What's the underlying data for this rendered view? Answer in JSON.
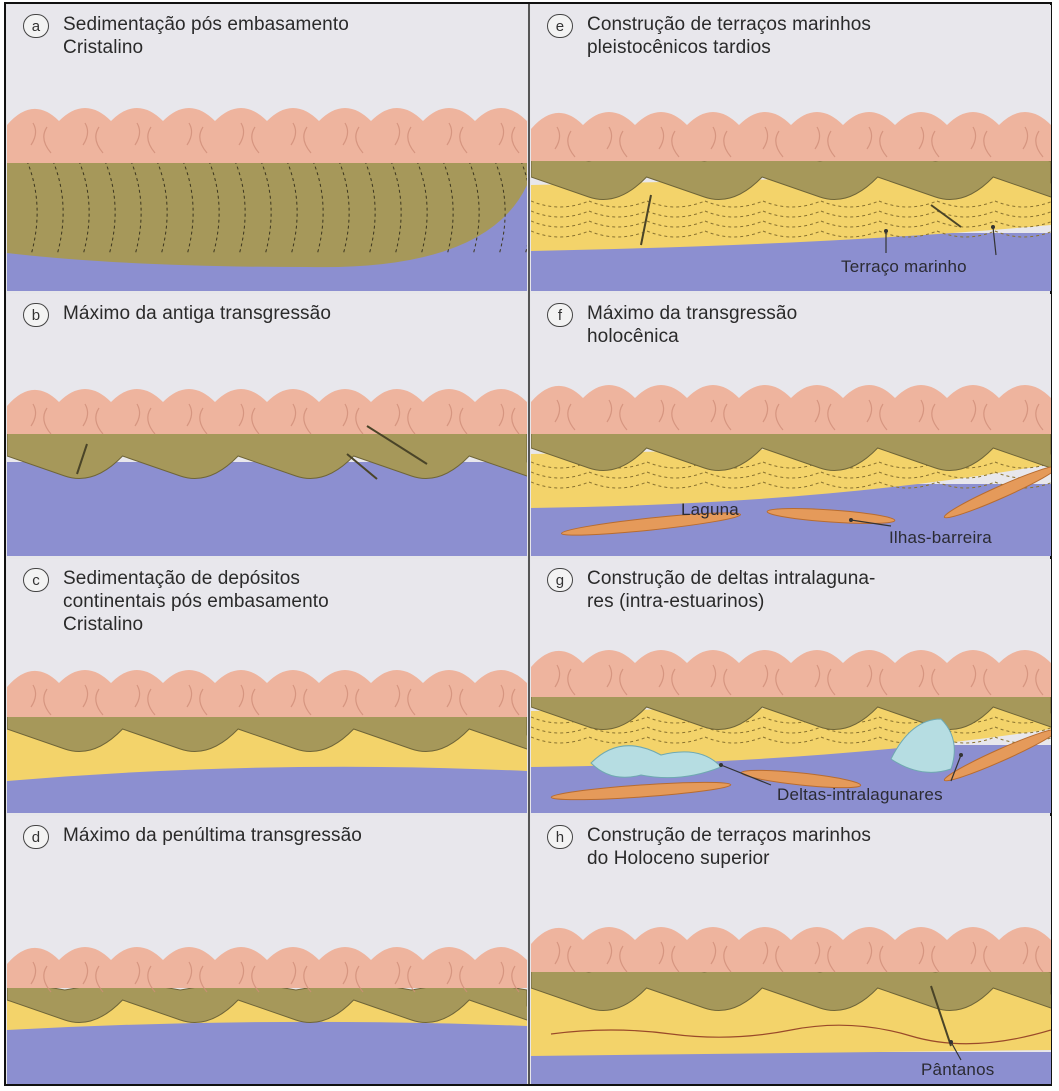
{
  "panels": [
    {
      "id": "a",
      "letter": "a",
      "title": "Sedimentação pós embasamento\nCristalino"
    },
    {
      "id": "b",
      "letter": "b",
      "title": "Máximo da antiga transgressão"
    },
    {
      "id": "c",
      "letter": "c",
      "title": "Sedimentação de depósitos\ncontinentais pós   embasamento\nCristalino"
    },
    {
      "id": "d",
      "letter": "d",
      "title": "Máximo da penúltima transgressão"
    },
    {
      "id": "e",
      "letter": "e",
      "title": "Construção de terraços marinhos\npleistocênicos tardios"
    },
    {
      "id": "f",
      "letter": "f",
      "title": "Máximo da transgressão\nholocênica"
    },
    {
      "id": "g",
      "letter": "g",
      "title": "Construção de deltas intralaguna-\nres (intra-estuarinos)"
    },
    {
      "id": "h",
      "letter": "h",
      "title": "Construção de terraços marinhos\ndo Holoceno superior"
    }
  ],
  "labels": {
    "terraco": "Terraço marinho",
    "laguna": "Laguna",
    "ilhas": "Ilhas-barreira",
    "deltas": "Deltas-intralagunares",
    "pantanos": "Pântanos"
  },
  "colors": {
    "crystalline": "#eeb49e",
    "crystalline_line": "#d08d78",
    "old_deposit": "#a6985a",
    "pleistocene_terrace": "#f3d36a",
    "sea": "#8c8fd0",
    "barrier": "#e59a5a",
    "delta": "#b6dde2"
  }
}
